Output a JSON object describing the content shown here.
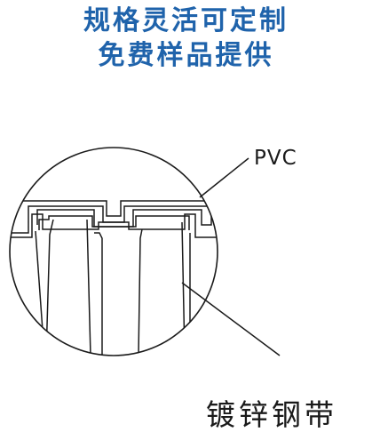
{
  "header": {
    "line1": "规格灵活可定制",
    "line2": "免费样品提供"
  },
  "diagram": {
    "label_pvc": "PVC",
    "label_steel": "镀锌钢带"
  },
  "colors": {
    "headline": "#1f63ab",
    "lines": "#1a1a1a",
    "background": "#ffffff"
  }
}
